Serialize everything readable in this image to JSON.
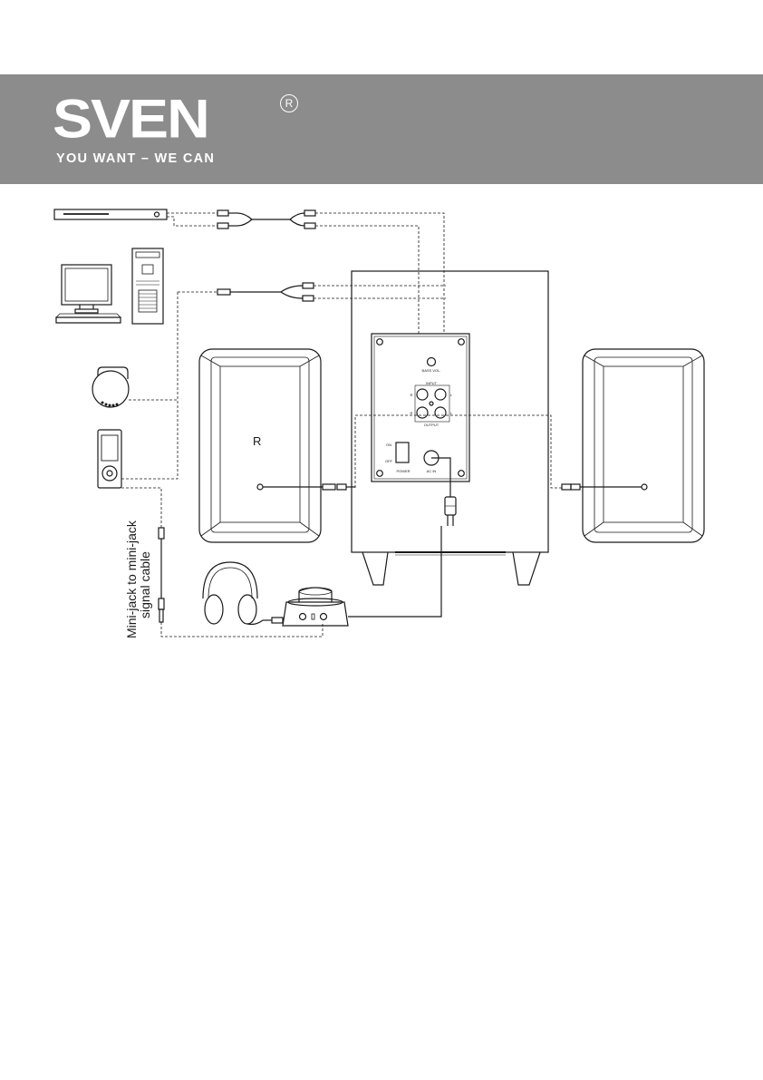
{
  "brand": {
    "logo": "SVEN",
    "registered": "R",
    "slogan": "YOU WANT – WE CAN"
  },
  "diagram": {
    "speaker_label": "R",
    "cable_label_line1": "Mini-jack to mini-jack",
    "cable_label_line2": "signal cable",
    "panel": {
      "bass_vol": "BASS VOL.",
      "input": "INPUT",
      "output": "OUTPUT",
      "r": "R",
      "l": "L",
      "on": "ON",
      "off": "OFF",
      "power": "POWER",
      "ac_in": "AC IN"
    }
  },
  "colors": {
    "banner": "#8c8c8c",
    "line": "#1a1a1a"
  }
}
